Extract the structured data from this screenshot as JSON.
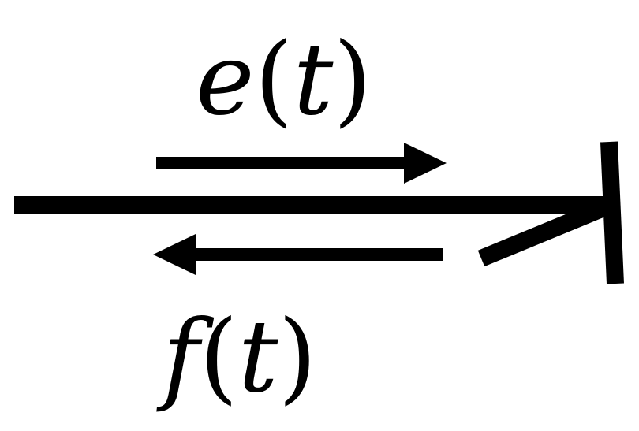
{
  "labels": {
    "forward": {
      "fn": "e",
      "open": "(",
      "arg": "t",
      "close": ")"
    },
    "backward": {
      "fn": "f",
      "open": "(",
      "arg": "t",
      "close": ")"
    }
  },
  "colors": {
    "ink": "#000000",
    "background": "#ffffff"
  }
}
